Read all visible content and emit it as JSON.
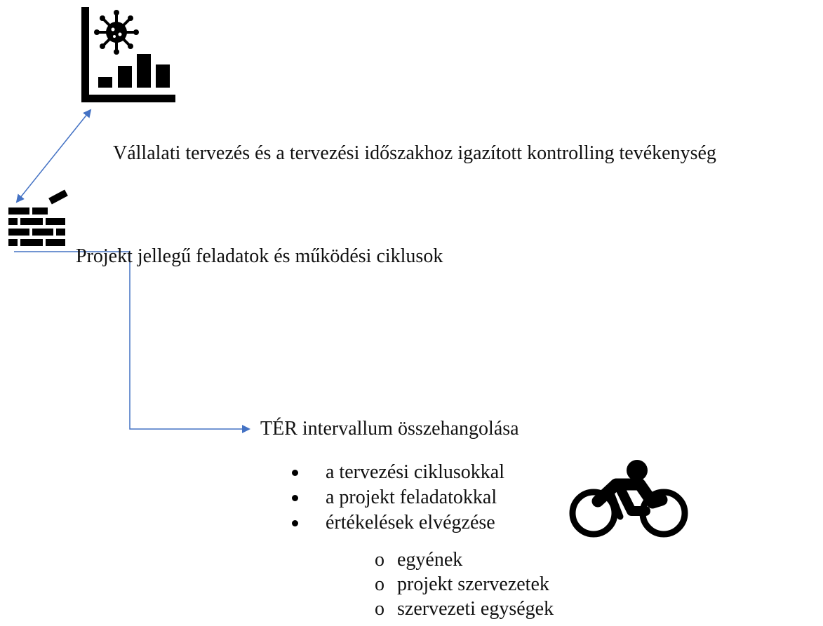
{
  "headline": "Vállalati tervezés és a tervezési időszakhoz igazított kontrolling tevékenység",
  "project_line": "Projekt jellegű feladatok és működési ciklusok",
  "ter_heading": "TÉR intervallum összehangolása",
  "bullets": [
    "a tervezési ciklusokkal",
    "a projekt feladatokkal",
    "értékelések elvégzése"
  ],
  "sub_bullets": [
    "egyének",
    "projekt szervezetek",
    "szervezeti egységek"
  ],
  "sub_bullet_marker": "o",
  "icons": {
    "top": "virus-chart-icon",
    "left": "brick-wall-icon",
    "right": "cyclist-icon"
  },
  "colors": {
    "connector": "#4472C4",
    "icon": "#000000"
  }
}
